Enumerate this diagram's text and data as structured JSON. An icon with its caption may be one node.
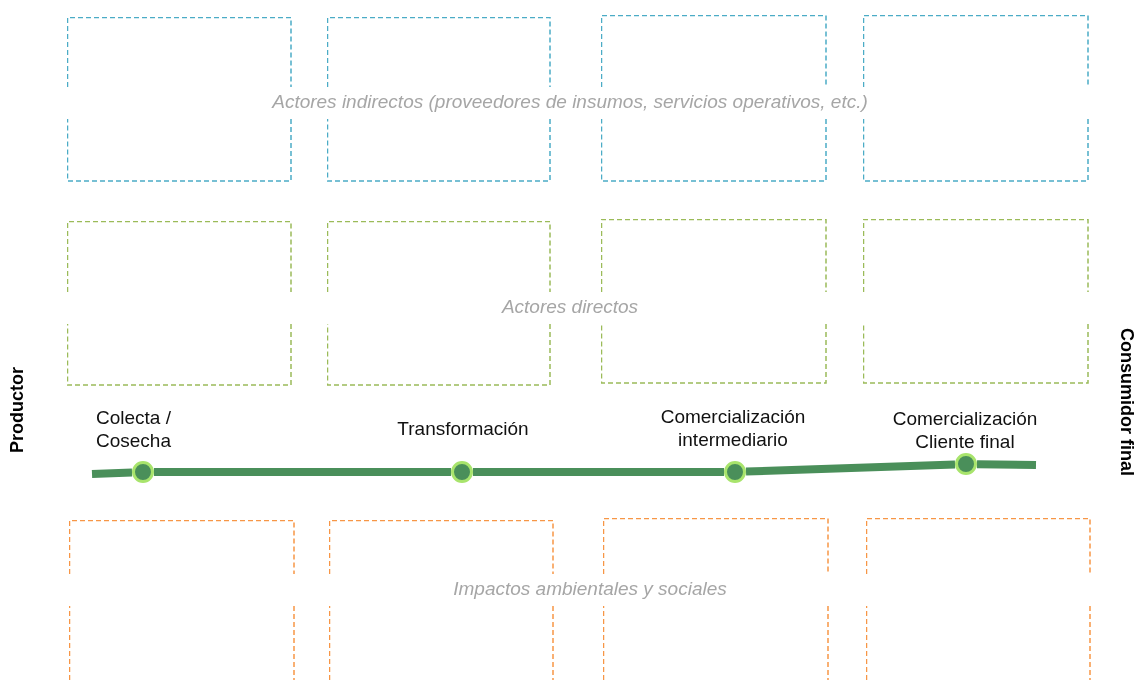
{
  "diagram": {
    "nodes": [
      {
        "text": [],
        "shape": "box"
      },
      {
        "text": [],
        "shape": "box"
      },
      {
        "text": [],
        "shape": "box"
      },
      {
        "text": [],
        "shape": "box"
      },
      {
        "text": [],
        "shape": "box"
      },
      {
        "text": [],
        "shape": "box"
      },
      {
        "text": [],
        "shape": "box"
      },
      {
        "text": [],
        "shape": "box"
      },
      {
        "text": [],
        "shape": "circle",
        "beside": [
          "Colecta / Cosecha"
        ]
      },
      {
        "text": [],
        "shape": "circle",
        "beside": [
          "Transformación"
        ]
      },
      {
        "text": [],
        "shape": "circle",
        "beside": [
          "Comercialización intermediario"
        ]
      },
      {
        "text": [],
        "shape": "circle",
        "beside": [
          "Comercialización Cliente final"
        ]
      },
      {
        "text": [],
        "shape": "box"
      },
      {
        "text": [],
        "shape": "box"
      },
      {
        "text": [],
        "shape": "box"
      },
      {
        "text": [],
        "shape": "box"
      }
    ],
    "edges": [
      {
        "from": null,
        "to": 8,
        "arrow": "none"
      },
      {
        "from": 8,
        "to": 9,
        "arrow": "none"
      },
      {
        "from": 9,
        "to": 10,
        "arrow": "none"
      },
      {
        "from": 10,
        "to": 11,
        "arrow": "none"
      },
      {
        "from": 11,
        "to": null,
        "arrow": "none"
      }
    ],
    "labels": [
      "Actores indirectos (proveedores de insumos, servicios operativos, etc.)",
      "Actores directos",
      "Productor",
      "Consumidor final",
      "Impactos ambientales y sociales"
    ]
  }
}
